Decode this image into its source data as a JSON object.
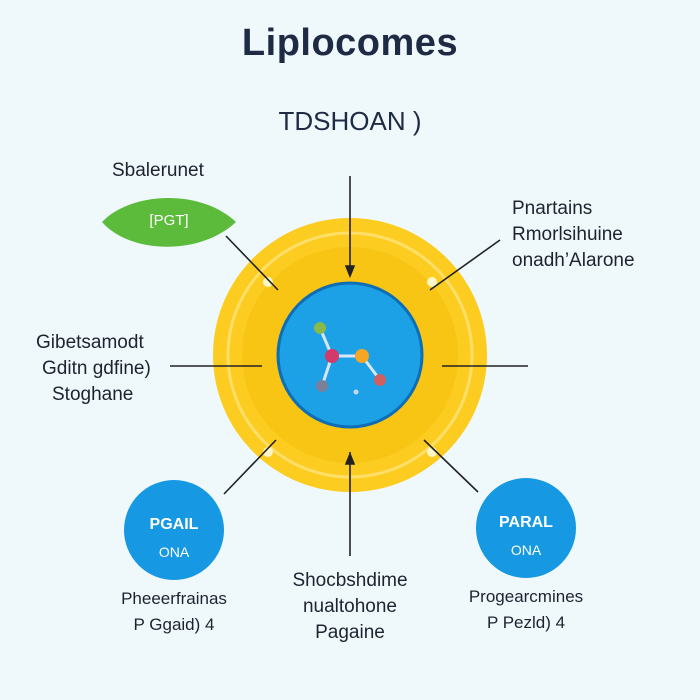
{
  "title": "Liplocomes",
  "subtitle": "TDSHOAN )",
  "labels": {
    "top_left": "Sbalerunet",
    "leaf": "[PGT]",
    "top_right": [
      "Pnartains",
      "Rmorlsihuine",
      "onadh’Alarone"
    ],
    "mid_left": [
      "Gibetsamodt",
      "Gditn gdfine)",
      "Stoghane"
    ],
    "bottom_center": [
      "Shocbshdime",
      "nualtohone",
      "Pagaine"
    ],
    "bottom_left_caption": [
      "Pheeerfrainas",
      "P Ggaid) 4"
    ],
    "bottom_right_caption": [
      "Progearcmines",
      "P Pezld) 4"
    ]
  },
  "badges": {
    "left": [
      "PGAIL",
      "ONA"
    ],
    "right": [
      "PARAL",
      "ONA"
    ]
  },
  "colors": {
    "background": "#eff9fb",
    "outer_ring": "#fccc21",
    "inner_core": "#1ca0e6",
    "leaf": "#5dbb3b",
    "badge": "#1798e2",
    "line": "#222222",
    "node_pink": "#d33a6a",
    "node_orange": "#f5a623",
    "node_green": "#8ab84a",
    "node_gray": "#7a7f9a"
  }
}
